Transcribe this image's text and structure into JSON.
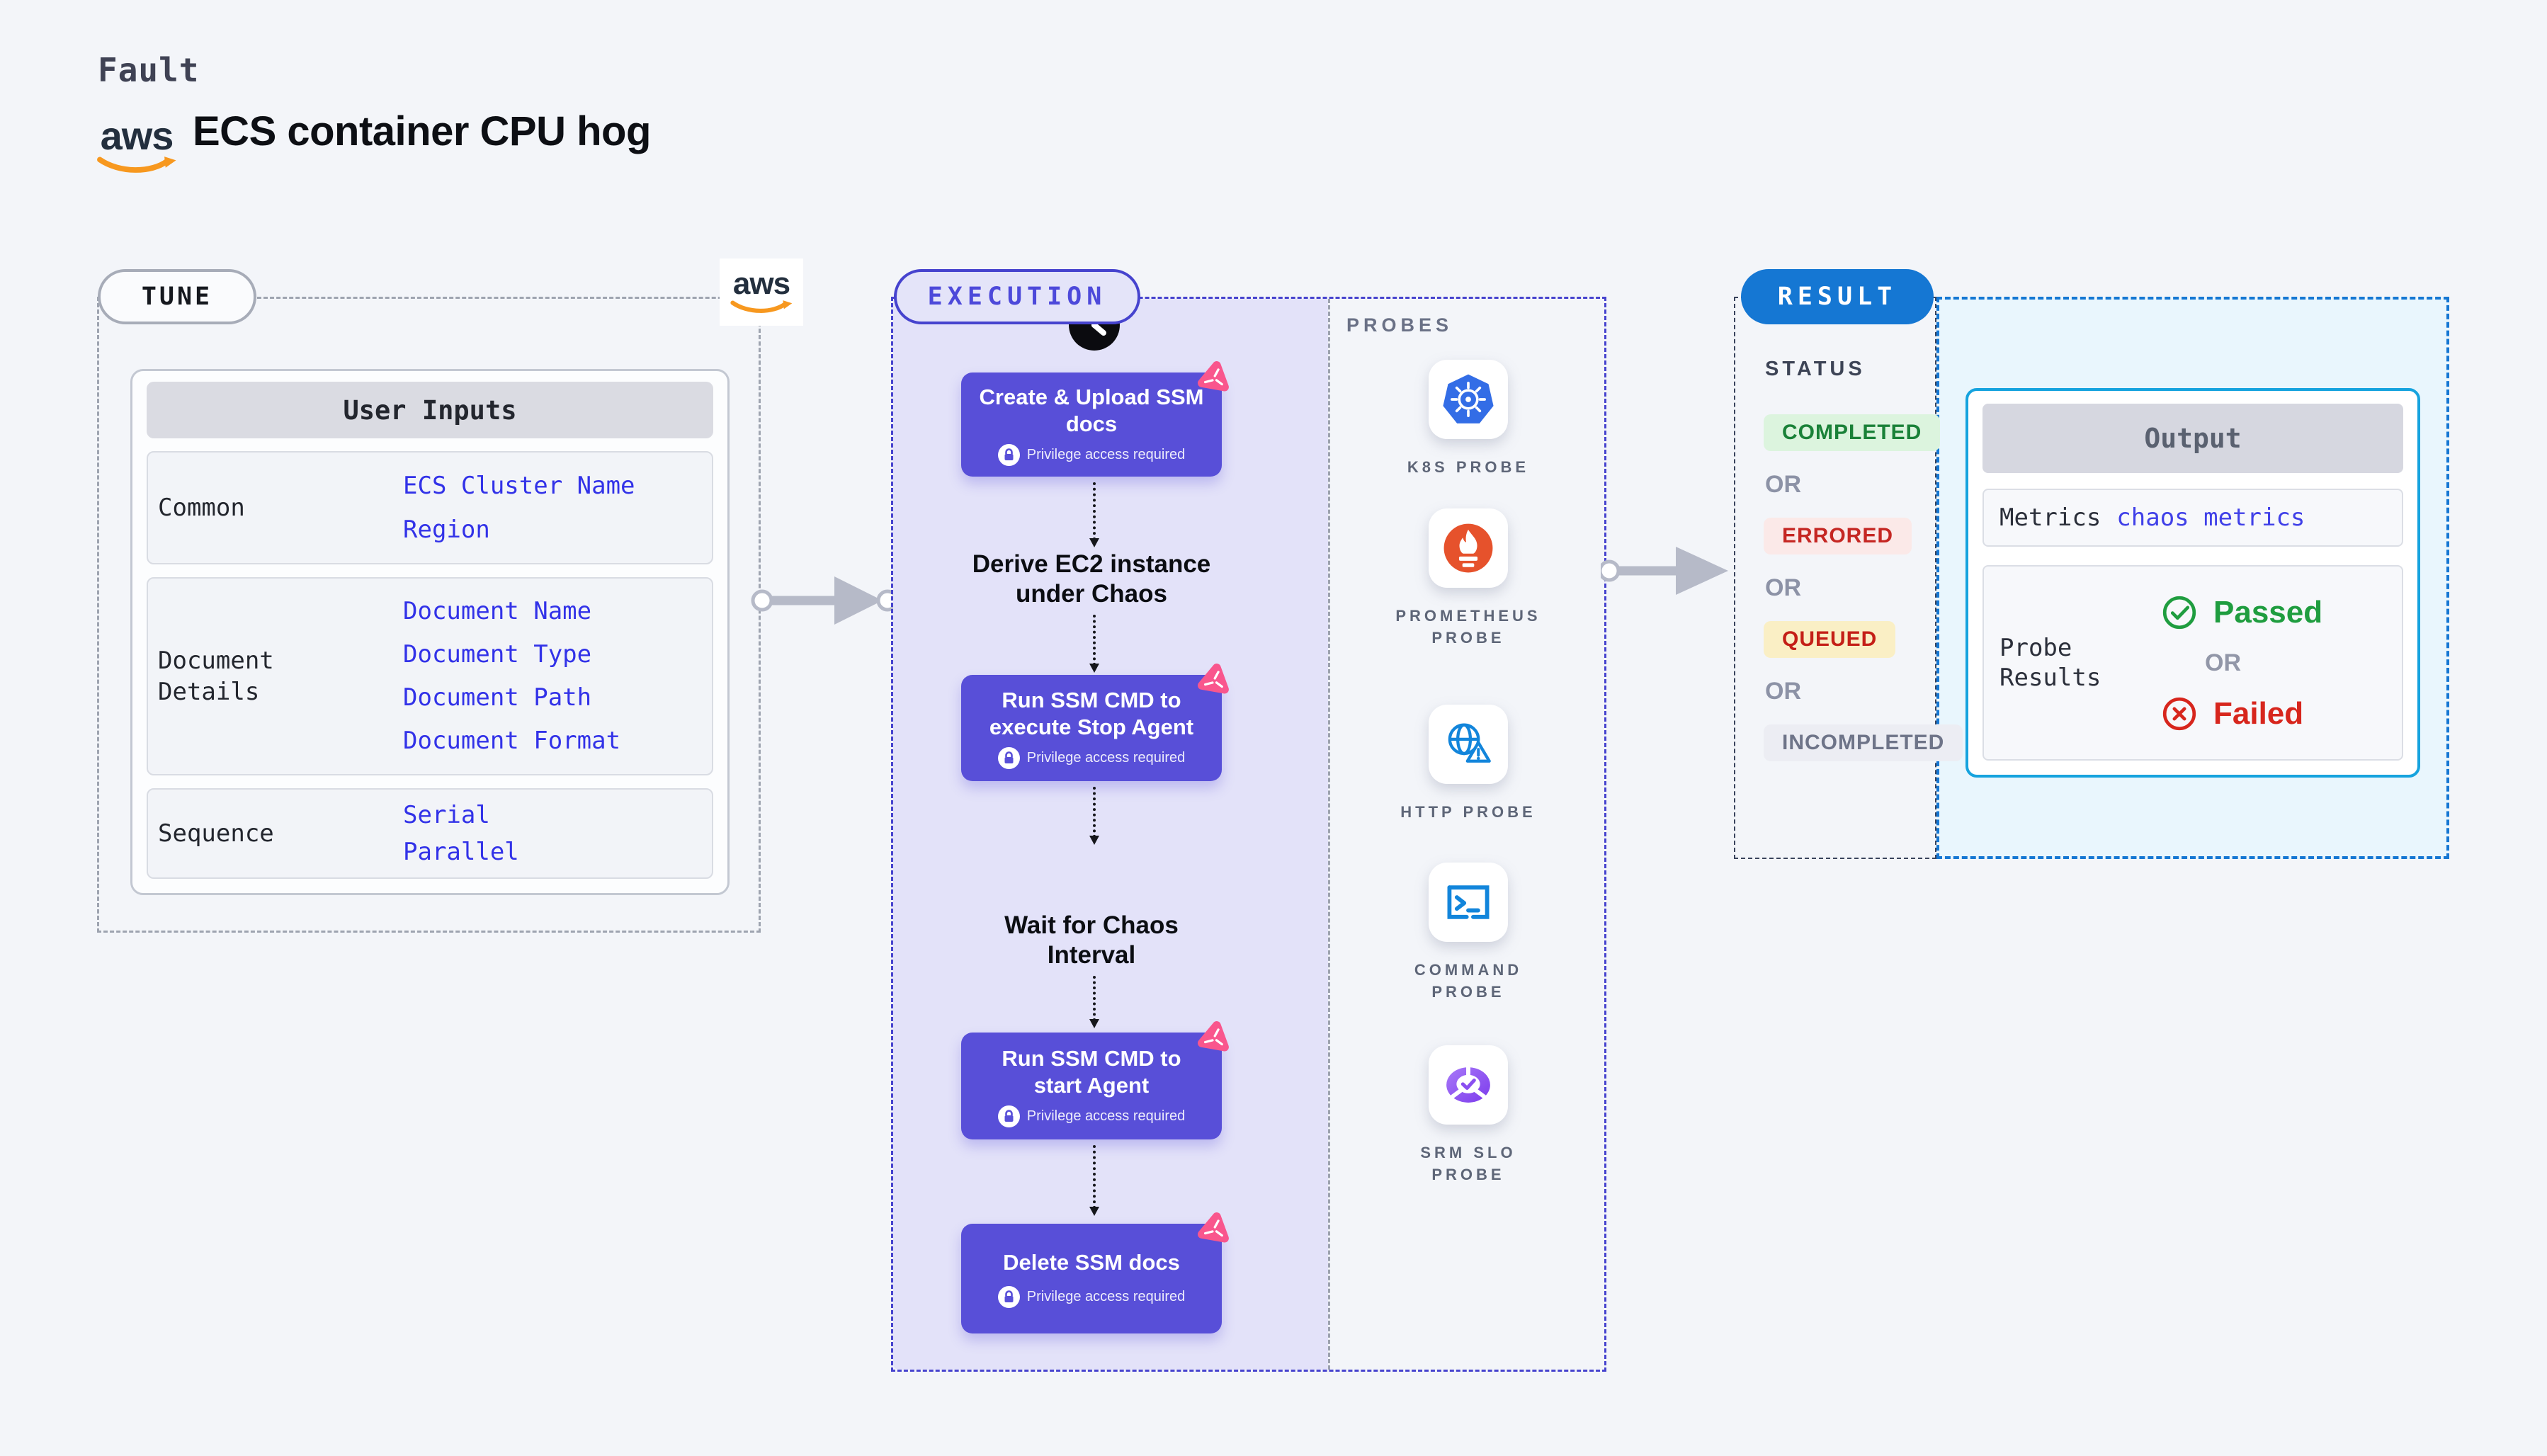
{
  "header": {
    "kicker": "Fault",
    "title": "ECS container CPU hog",
    "aws_logo_text": "aws"
  },
  "tune": {
    "label": "TUNE",
    "table": {
      "title": "User Inputs",
      "rows": [
        {
          "label": "Common",
          "values": [
            "ECS Cluster Name",
            "Region"
          ]
        },
        {
          "label": "Document Details",
          "values": [
            "Document Name",
            "Document Type",
            "Document Path",
            "Document Format"
          ]
        },
        {
          "label": "Sequence",
          "values": [
            "Serial",
            "Parallel"
          ]
        }
      ]
    }
  },
  "execution": {
    "label": "EXECUTION",
    "privilege_note": "Privilege access required",
    "steps": [
      {
        "type": "task",
        "title": "Create & Upload SSM docs"
      },
      {
        "type": "text",
        "title": "Derive EC2 instance under Chaos"
      },
      {
        "type": "task",
        "title": "Run SSM CMD to execute Stop Agent"
      },
      {
        "type": "wait",
        "title": "Wait for Chaos Interval"
      },
      {
        "type": "task",
        "title": "Run SSM CMD to start Agent"
      },
      {
        "type": "task",
        "title": "Delete SSM docs"
      }
    ]
  },
  "probes": {
    "label": "PROBES",
    "items": [
      {
        "name": "K8S PROBE",
        "icon": "kubernetes-icon"
      },
      {
        "name": "PROMETHEUS PROBE",
        "icon": "prometheus-icon"
      },
      {
        "name": "HTTP PROBE",
        "icon": "http-globe-warning-icon"
      },
      {
        "name": "COMMAND PROBE",
        "icon": "terminal-icon"
      },
      {
        "name": "SRM SLO PROBE",
        "icon": "slo-donut-check-icon"
      }
    ]
  },
  "result": {
    "label": "RESULT",
    "status": {
      "heading": "STATUS",
      "separator": "OR",
      "badges": [
        {
          "text": "COMPLETED",
          "fg": "#1A8138",
          "bg": "#DCF4DE"
        },
        {
          "text": "ERRORED",
          "fg": "#C52723",
          "bg": "#FBE9E8"
        },
        {
          "text": "QUEUED",
          "fg": "#C41F17",
          "bg": "#FAEFC5"
        },
        {
          "text": "INCOMPLETED",
          "fg": "#6E7488",
          "bg": "#ECEDF3"
        }
      ]
    },
    "output": {
      "title": "Output",
      "metrics_label": "Metrics",
      "metrics_value": "chaos metrics",
      "probe_results_label_line1": "Probe",
      "probe_results_label_line2": "Results",
      "passed": "Passed",
      "or": "OR",
      "failed": "Failed"
    }
  },
  "colors": {
    "page_bg": "#F3F5F9",
    "task_card": "#584FD8",
    "chaos_pink": "#F9568D",
    "execution_accent": "#4643CE",
    "execution_fill": "#E3E2F9",
    "tune_dash": "#9EA4B0",
    "result_blue": "#1577D3",
    "output_border": "#16A3DE",
    "result_fill": "#E9F6FD",
    "link_blue": "#3232E8",
    "passed_green": "#1F9D3F",
    "failed_red": "#D7261D",
    "kubernetes_blue": "#336DE6",
    "prometheus_orange": "#E6522C",
    "probe_icon_blue": "#1285DB",
    "slo_purple": "#7C3BEC"
  }
}
